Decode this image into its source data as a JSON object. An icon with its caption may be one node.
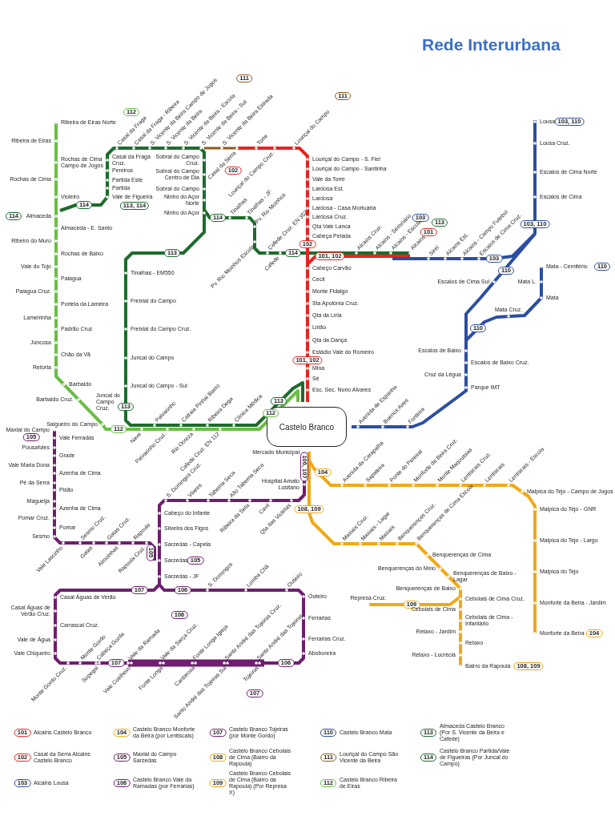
{
  "diagram": {
    "title": "Rede Interurbana",
    "nodes": [
      {
        "text": [
          "Castelo Branco"
        ]
      }
    ],
    "labels": [
      "Ribeira de Eiras Norte",
      "112",
      "Ribeira de Eiras",
      "Rochas de Cima Campo de Jogos",
      "Rochas de Cima",
      "Violeiro",
      "114",
      "Almaceda",
      "Almaceda - E. Santo",
      "Ribeiro do Muro",
      "Rochas de Baixo",
      "Vale do Tojo",
      "Paiagua",
      "Paiagua Cruz.",
      "Portela da Lameira",
      "Lameirinha",
      "Padrão Cruz",
      "Juncosa",
      "Chão da Vã",
      "Retorta",
      "Barbaido",
      "Barbaido Cruz.",
      "Juncal do Campo Cruz.",
      "Salgueiro do Campo",
      "112",
      "114",
      "Casal da Fraga Cruz.",
      "Pereiros",
      "Partida Este",
      "Partida",
      "Vale de Figueira",
      "113, 114",
      "Casal da Fraga",
      "Casal da Fraga - Ribeira",
      "S. Vicente da Beira Campo de Jogos",
      "S. Vicente da Beira",
      "S. Vicente da Beira - Escola",
      "S. Vicente da Beira - Sul",
      "111",
      "S. Vicente da Beira Estrada",
      "Torre",
      "Louriçal do Campo",
      "111",
      "Casal da Serra",
      "102",
      "Louriçal do Campo Cruz.",
      "Sobral do Campo Cruz.",
      "Sobral do Campo Centro de Dia",
      "Sobral do Campo",
      "Ninho do Açor Norte",
      "Ninho do Açor",
      "114",
      "Tinalhas",
      "Tinalhas - JF",
      "Pv. Rio Moinhos",
      "Pv. Rio Moinhos Escola",
      "Cafede Cruz. EN 352",
      "Cafede",
      "113",
      "114",
      "Tinalhas - EM550",
      "Freixial do Campo",
      "Freixial do Campo Cruz.",
      "Juncal do Campo",
      "Juncal do Campo - Sul",
      "113",
      "Palvarinho",
      "Catraia Pinhal Bairro",
      "Ribeira Dega",
      "Clínica Médica",
      "Nave",
      "Palvarinho Cruz.",
      "Rio Ocreza",
      "Cafede Cruz. EN 112",
      "113",
      "112",
      "Louriçal do Campo - S. Fiel",
      "Louriçal do Campo - Santinha",
      "Vale da Torre",
      "Lardosa Est.",
      "Lardosa",
      "Lardosa - Casa Mortuária",
      "Lardosa Cruz.",
      "Qta Vale Lanca",
      "Cabeça Pelada",
      "102",
      "101, 102",
      "Alcains Cruz.",
      "Alcains - Seminário",
      "Alcains - Escola",
      "103",
      "Alcains",
      "101",
      "113",
      "Sirel",
      "Alcains Est.",
      "Alcains - Campo Futebol",
      "Escalos de Cima Cruz.",
      "103",
      "Cabeço Carvão",
      "Cecil",
      "Monte Fidalgo",
      "Sta Apolónia Cruz.",
      "Qta da Líria",
      "Lirião",
      "Qta da Dança",
      "Estádio Vale do Romeiro",
      "101, 102",
      "Mina",
      "Sé",
      "Esc. Sec. Nuno Alvares",
      "Lousa",
      "103, 110",
      "Lousa Cruz.",
      "Escalos de Cima Norte",
      "Escalos de Cima",
      "103, 110",
      "Mata - Cemitério",
      "110",
      "110",
      "Escalos de Cima Sul",
      "Mata L.",
      "Mata",
      "Mata Cruz.",
      "110",
      "Escalos de Baixo",
      "Escalos de Baixo Cruz.",
      "Cruz da Légua",
      "Parque IMT",
      "Avenida de Espanha",
      "Buenos Aires",
      "Fonteira",
      "Mercado Municipal",
      "106, 107",
      "Hospital Amato Lusitano",
      "108, 109",
      "S. Domingos Cruz.",
      "Vilares",
      "Taberna Seca",
      "Alto Taberna Seca",
      "Ribeira da Seta",
      "Cavil",
      "Qta das Violetas",
      "Cabeço do Infante",
      "Silveira dos Figos",
      "Sarzedas - Capela",
      "Sarzedas",
      "105",
      "105",
      "Sarzedas - JF",
      "Maxial do Campo",
      "105",
      "Vale Ferradas",
      "Pousafoles",
      "Grade",
      "Vale Maria Dona",
      "Azenha de Cima",
      "Pé da Serra",
      "Pisão",
      "Magueija",
      "Azenha de Cima",
      "Pomar Cruz.",
      "Pomar",
      "Sesmo",
      "Sesmo Cruz.",
      "Gatas Cruz.",
      "Rapoula",
      "Vale Lascinho",
      "Gatas",
      "Almoinhas",
      "Rapoula Cruz.",
      "107",
      "106",
      "S. Domingos",
      "Lomba Chã",
      "Outeiro",
      "Outeiro",
      "Ferrarias",
      "Ferrarias Cruz.",
      "Aboboreira",
      "106",
      "Casal Águas de Verão",
      "Casal Águas de Verão Cruz.",
      "Carrascal Cruz.",
      "Vale de Água",
      "Vale Chiqueiro",
      "Monte Gordo",
      "Cabeça Gorda",
      "107",
      "106",
      "Vale da Ramada",
      "Vale da Sarça Cruz.",
      "Fonte Longa Igreja",
      "Santo André das Tojeiras Cruz.",
      "Santo André das Tojeiras",
      "Monte Gordo Cruz.",
      "Sopegal",
      "Vale Coelheiro",
      "Fonte Longa",
      "Cantarosa",
      "Santo André das Tojeiras Sul",
      "Tojeiras",
      "107",
      "104",
      "Avenida da Carapalha",
      "Sapateira",
      "Ponte do Pereiral",
      "Monforte da Beira Cruz.",
      "Monte Marjoussas",
      "Lentiscais Cruz.",
      "Lentiscais",
      "Lentiscais - Escola",
      "Malpica do Tejo - Campo de Jogos",
      "Malpica do Tejo - GNR",
      "Malpica do Tejo - Largo",
      "Malpica do Tejo",
      "Monforte da Beira - Jardim",
      "Monforte da Beira",
      "104",
      "Maxiais Cruz.",
      "Maxiais - Lagar",
      "Maxiais",
      "Benquerenças Cruz.",
      "Benquerenças de Cima Escola",
      "Benquerenças de Cima",
      "Benquerenças do Meio",
      "Benquerenças de Baixo - Lagar",
      "Benquerenças de Baixo",
      "Cebolais de Cima Cruz.",
      "Represa Cruz.",
      "109",
      "Cebolais de Cima",
      "Cebolais de Cima - Infantário",
      "Retaxo - Jardim",
      "Retaxo",
      "Retaxo - Lucrécia",
      "Bairro da Rapoula",
      "108, 109",
      "101",
      "102",
      "103",
      "104",
      "105",
      "106",
      "107",
      "108",
      "109",
      "110",
      "111",
      "112",
      "113",
      "114"
    ],
    "legend": [
      {
        "text": "Alcains Castelo Branco",
        "color": "#e52421"
      },
      {
        "text": "Casal da Serra Alcains Castelo Branco",
        "color": "#e52421"
      },
      {
        "text": "Alcains Lousa",
        "color": "#2c4ea3"
      },
      {
        "text": "Castelo Branco Monforte da Beira (por Lentiscais)",
        "color": "#f0a818"
      },
      {
        "text": "Maxial do Campo Sarzedas",
        "color": "#6e1e6f"
      },
      {
        "text": "Castelo Branco Vale da Ramadas (por Ferrarias)",
        "color": "#6e1e6f"
      },
      {
        "text": "Castelo Branco Tojeiras (por Monte Gordo)",
        "color": "#6e1e6f"
      },
      {
        "text": "Castelo Branco Cebolais de Cima (Bairro da Rapoula)",
        "color": "#f0a818"
      },
      {
        "text": "Castelo Branco Cebolais de Cima (Bairro da Rapoula) (Por Represa X)",
        "color": "#f0a818"
      },
      {
        "text": "Castelo Branco Mata",
        "color": "#2c4ea3"
      },
      {
        "text": "Louriçal do Campo São Vicente da Beira",
        "color": "#8b5a1b"
      },
      {
        "text": "Castelo Branco Ribeira de Eiras",
        "color": "#6abd45"
      },
      {
        "text": "Almaceda Castelo Branco (Por S. Vicente da Beira e Cafede)",
        "color": "#1d6b2c"
      },
      {
        "text": "Castelo Branco Partida/Vale de Figueiras (Por Juncal do Campo)",
        "color": "#1d6b2c"
      }
    ]
  }
}
